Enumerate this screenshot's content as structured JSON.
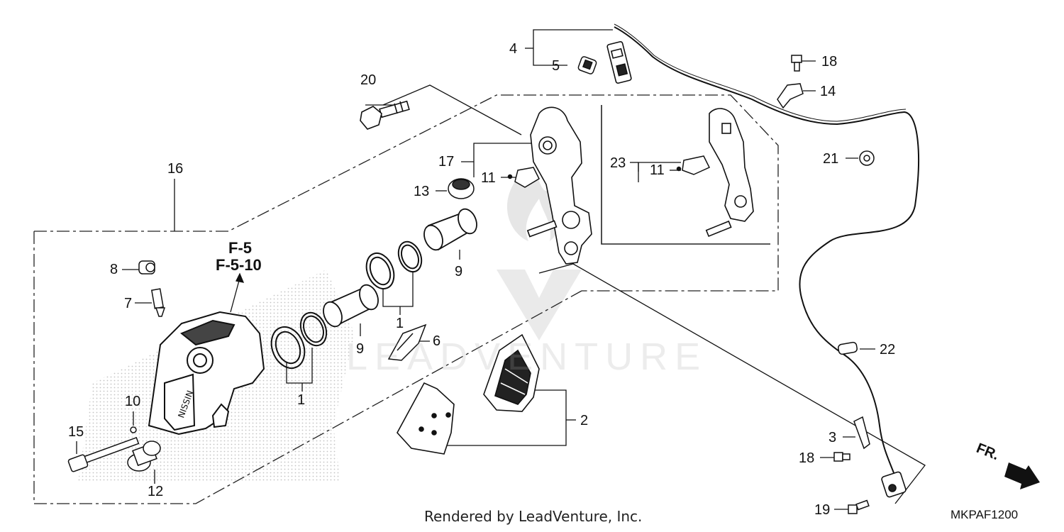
{
  "diagram": {
    "reference_lines": [
      "F-5",
      "F-5-10"
    ],
    "diagram_code": "MKPAF1200",
    "direction_label": "FR.",
    "footer": "Rendered by LeadVenture, Inc.",
    "watermark": "LEADVENTURE",
    "callouts": {
      "c1a": "1",
      "c1b": "1",
      "c2": "2",
      "c3": "3",
      "c4": "4",
      "c5": "5",
      "c6": "6",
      "c7": "7",
      "c8": "8",
      "c9a": "9",
      "c9b": "9",
      "c10": "10",
      "c11a": "11",
      "c11b": "11",
      "c12": "12",
      "c13": "13",
      "c14": "14",
      "c15": "15",
      "c16": "16",
      "c17": "17",
      "c18a": "18",
      "c18b": "18",
      "c19": "19",
      "c20": "20",
      "c21": "21",
      "c22": "22",
      "c23": "23"
    }
  }
}
